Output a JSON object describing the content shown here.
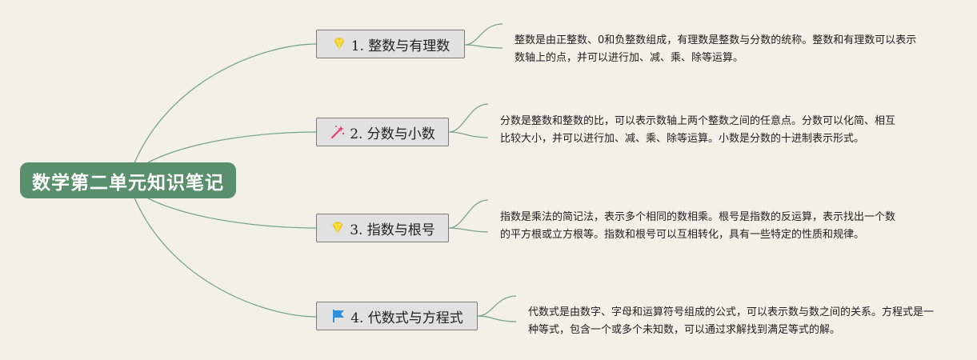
{
  "root": {
    "title": "数学第二单元知识笔记"
  },
  "branches": [
    {
      "label": "1. 整数与有理数",
      "icon": "diamond-icon",
      "note": "整数是由正整数、0和负整数组成，有理数是整数与分数的统称。整数和有理数可以表示数轴上的点，并可以进行加、减、乘、除等运算。"
    },
    {
      "label": "2. 分数与小数",
      "icon": "magic-wand-icon",
      "note": "分数是整数和整数的比，可以表示数轴上两个整数之间的任意点。分数可以化简、相互比较大小，并可以进行加、减、乘、除等运算。小数是分数的十进制表示形式。"
    },
    {
      "label": "3. 指数与根号",
      "icon": "diamond-icon",
      "note": "指数是乘法的简记法，表示多个相同的数相乘。根号是指数的反运算，表示找出一个数的平方根或立方根等。指数和根号可以互相转化，具有一些特定的性质和规律。"
    },
    {
      "label": "4. 代数式与方程式",
      "icon": "flag-icon",
      "note": "代数式是由数字、字母和运算符号组成的公式，可以表示数与数之间的关系。方程式是一种等式，包含一个或多个未知数，可以通过求解找到满足等式的解。"
    }
  ],
  "colors": {
    "background": "#f3f0e8",
    "root_fill": "#5a8f6e",
    "connector": "#7aa58a",
    "branch_fill": "#e1e1e1",
    "branch_border": "#7c7c7c",
    "diamond": "#f5d327",
    "wand": "#e63e6d",
    "flag": "#2f8fe0"
  }
}
